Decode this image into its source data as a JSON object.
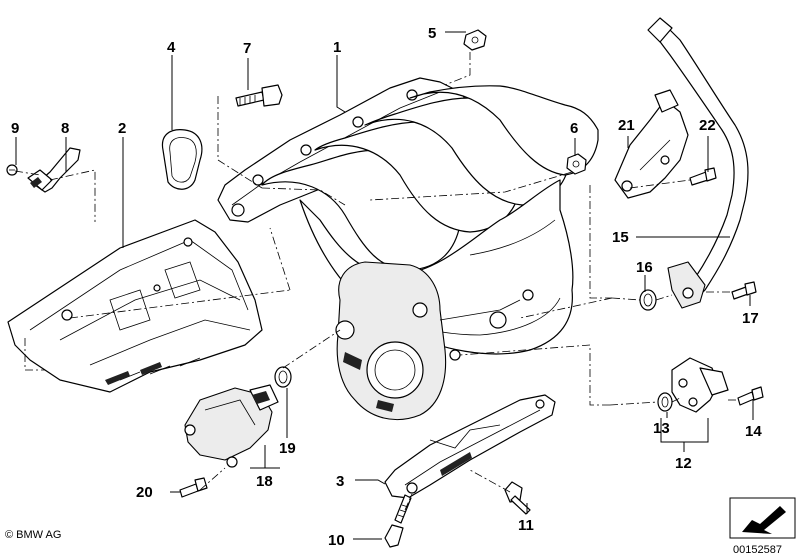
{
  "callouts": {
    "c1": "1",
    "c2": "2",
    "c3": "3",
    "c4": "4",
    "c5": "5",
    "c6": "6",
    "c7": "7",
    "c8": "8",
    "c9": "9",
    "c10": "10",
    "c11": "11",
    "c12": "12",
    "c13": "13",
    "c14": "14",
    "c15": "15",
    "c16": "16",
    "c17": "17",
    "c18": "18",
    "c19": "19",
    "c20": "20",
    "c21": "21",
    "c22": "22"
  },
  "footer": {
    "copyright": "© BMW AG",
    "doc_id": "00152587"
  }
}
